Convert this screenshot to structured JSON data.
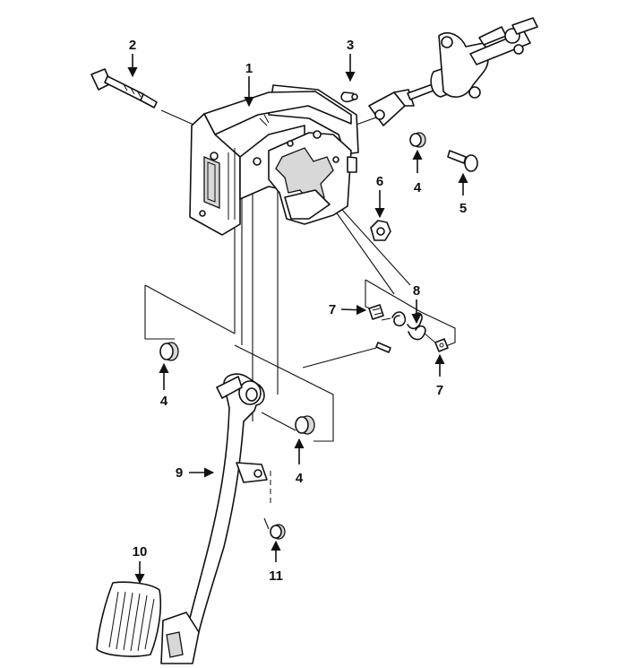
{
  "diagram": {
    "callouts": {
      "c1": "1",
      "c2": "2",
      "c3": "3",
      "c4a": "4",
      "c5": "5",
      "c6": "6",
      "c7a": "7",
      "c7b": "7",
      "c8": "8",
      "c4b": "4",
      "c4c": "4",
      "c9": "9",
      "c10": "10",
      "c11": "11"
    }
  }
}
